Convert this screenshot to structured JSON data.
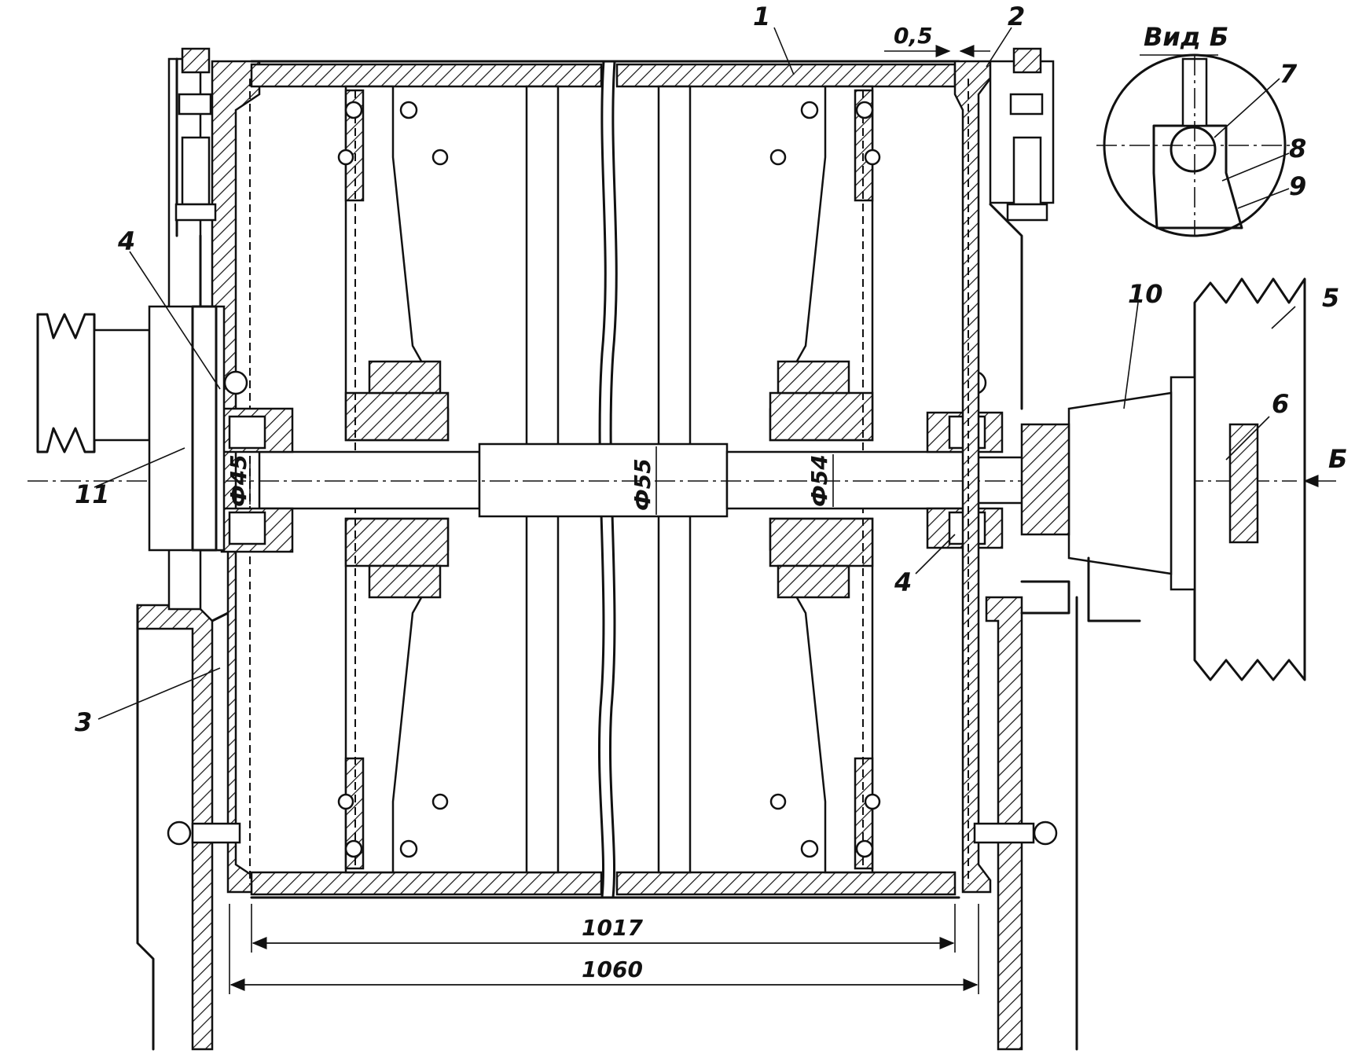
{
  "callouts": {
    "c1": "1",
    "c2": "2",
    "c3": "3",
    "c4a": "4",
    "c4b": "4",
    "c5": "5",
    "c6": "6",
    "c7": "7",
    "c8": "8",
    "c9": "9",
    "c10": "10",
    "c11": "11"
  },
  "view": {
    "title": "Вид Б",
    "arrow_label": "Б"
  },
  "dimensions": {
    "gap": "0,5",
    "d45": "Ф45",
    "d55": "Ф55",
    "d54": "Ф54",
    "inner_length": "1017",
    "outer_length": "1060"
  }
}
